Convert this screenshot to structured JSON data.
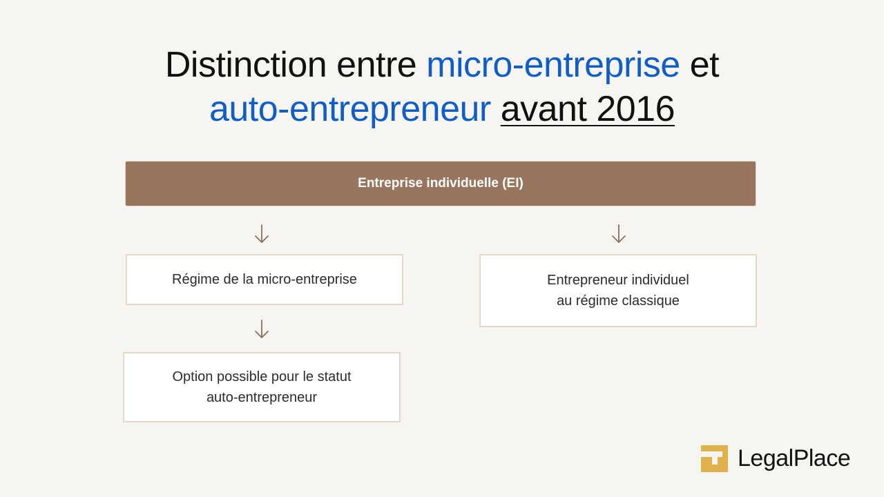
{
  "title": {
    "part1": "Distinction entre ",
    "part2": "micro-entreprise",
    "part3": " et",
    "part4": "auto-entrepreneur",
    "part5": " ",
    "part6": "avant 2016"
  },
  "diagram": {
    "root": "Entreprise individuelle (EI)",
    "left_branch": "Régime de la micro-entreprise",
    "left_sub": "Option possible pour le statut\nauto-entrepreneur",
    "right_branch": "Entrepreneur individuel\nau régime classique"
  },
  "logo": {
    "name": "LegalPlace"
  },
  "colors": {
    "accent_blue": "#0f5ec7",
    "root_fill": "#98755e",
    "node_border": "#e4d8c8",
    "arrow": "#8b6e5d",
    "logo_gold": "#e0b24d"
  },
  "icons": [
    "arrow-down-icon",
    "legalplace-logo-icon"
  ]
}
